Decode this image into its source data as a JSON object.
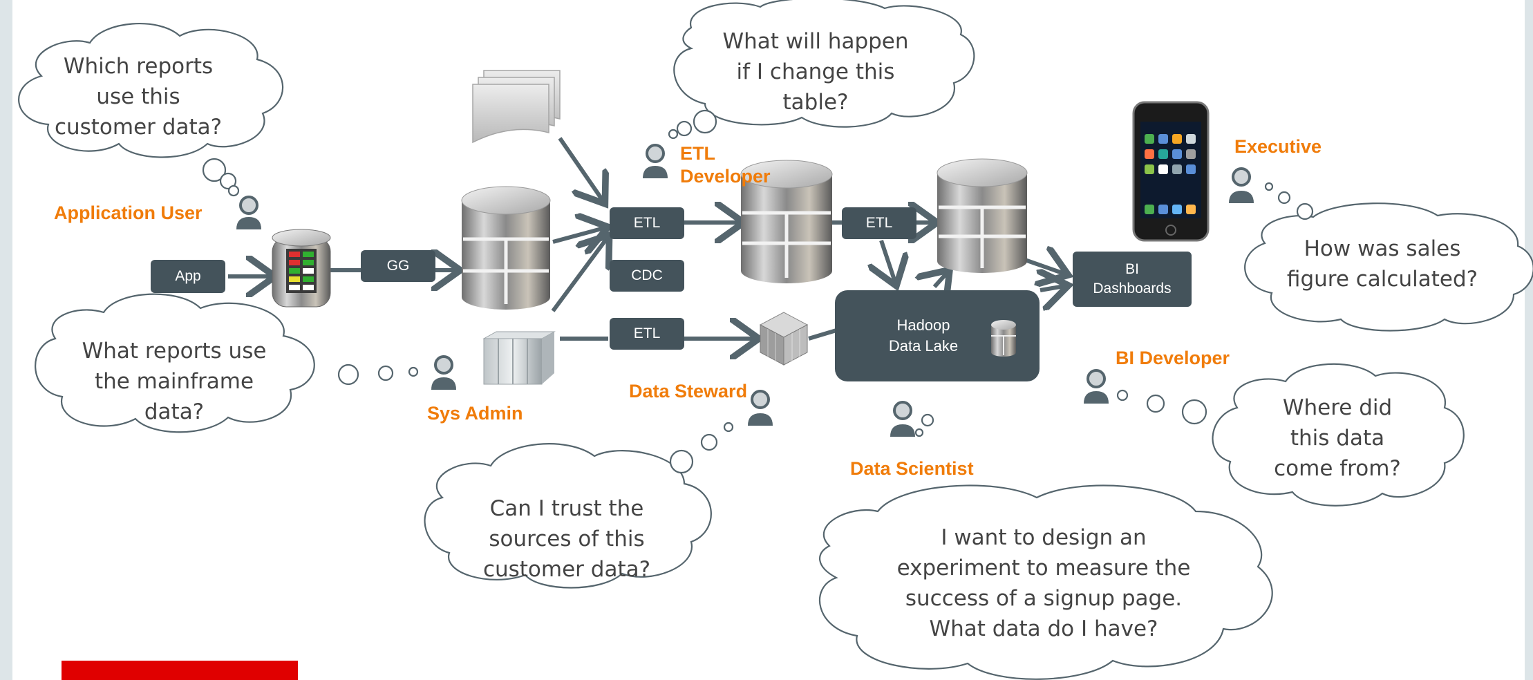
{
  "flow_boxes": {
    "app": "App",
    "gg": "GG",
    "etl_1": "ETL",
    "cdc": "CDC",
    "etl_2": "ETL",
    "etl_3": "ETL",
    "bi_dashboards": "BI\nDashboards",
    "hadoop": "Hadoop\nData Lake"
  },
  "roles": {
    "application_user": "Application User",
    "sys_admin": "Sys Admin",
    "etl_developer": "ETL\nDeveloper",
    "data_steward": "Data Steward",
    "data_scientist": "Data Scientist",
    "executive": "Executive",
    "bi_developer": "BI Developer"
  },
  "questions": {
    "application_user": "Which reports\nuse this\ncustomer data?",
    "sys_admin": "What reports use\nthe mainframe\ndata?",
    "etl_developer": "What will happen\nif I change this\ntable?",
    "data_steward": "Can I trust the\nsources of this\ncustomer data?",
    "data_scientist": "I want to design an\nexperiment to measure the\nsuccess of a signup page.\nWhat data do I have?",
    "executive": "How was sales\nfigure calculated?",
    "bi_developer": "Where did\nthis data\ncome from?"
  },
  "colors": {
    "box_fill": "#44535b",
    "role_label": "#f07c0a",
    "cloud_stroke": "#55656d",
    "accent_bar": "#e00000"
  }
}
